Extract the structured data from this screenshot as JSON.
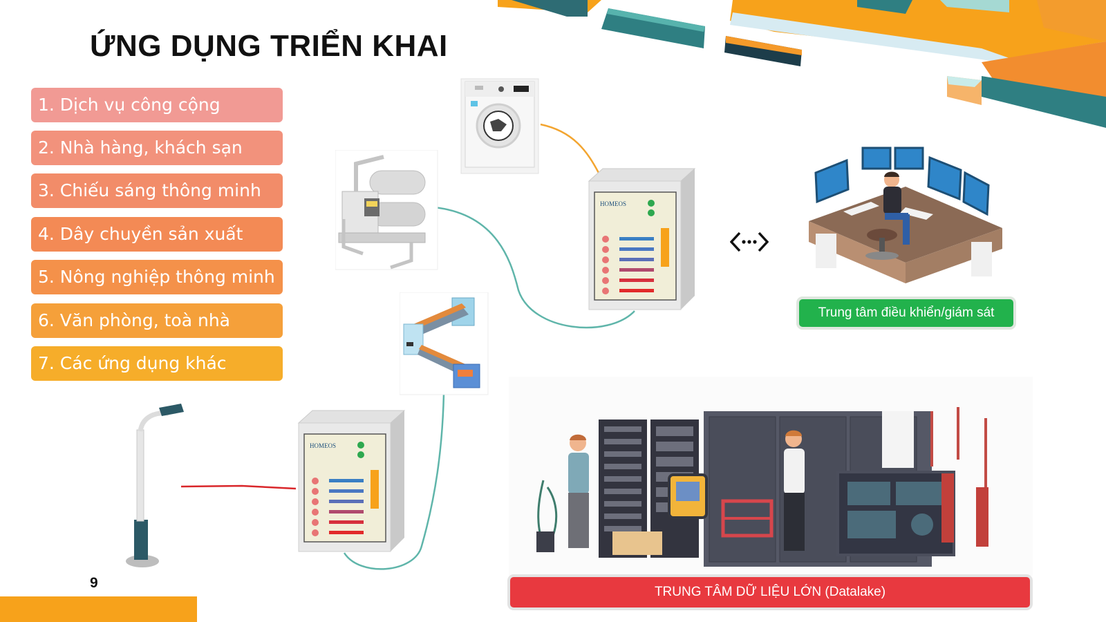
{
  "slide": {
    "title": "ỨNG DỤNG TRIỂN KHAI",
    "page_number": "9"
  },
  "applications": [
    {
      "label": "1. Dịch vụ công cộng",
      "color": "#f19a94"
    },
    {
      "label": "2. Nhà hàng, khách sạn",
      "color": "#f2927c"
    },
    {
      "label": "3. Chiếu sáng thông minh",
      "color": "#f28c69"
    },
    {
      "label": "4. Dây chuyền sản xuất",
      "color": "#f38a55"
    },
    {
      "label": "5. Nông nghiệp thông minh",
      "color": "#f4914a"
    },
    {
      "label": "6. Văn phòng, toà nhà",
      "color": "#f5a03a"
    },
    {
      "label": "7. Các ứng dụng khác",
      "color": "#f6ad2a"
    }
  ],
  "controller_brand": "HOMEOS",
  "control_center": {
    "label": "Trung tâm điều khiển/giám sát",
    "color": "#22b24c"
  },
  "datalake": {
    "label": "TRUNG TÂM DỮ LIỆU LỚN (Datalake)",
    "color": "#e8393f"
  },
  "colors": {
    "accent_orange": "#f7a21b",
    "wire_teal": "#5fb5aa",
    "wire_orange": "#f3a530",
    "wire_red": "#d9262a"
  }
}
